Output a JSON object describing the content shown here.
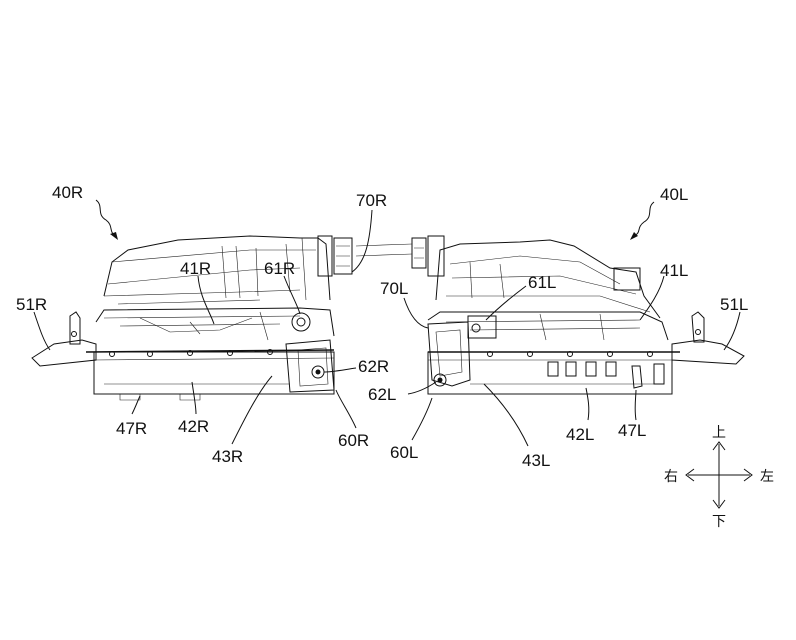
{
  "labels": {
    "l40R": "40R",
    "l40L": "40L",
    "l70R": "70R",
    "l70L": "70L",
    "l41R": "41R",
    "l41L": "41L",
    "l61R": "61R",
    "l61L": "61L",
    "l51R": "51R",
    "l51L": "51L",
    "l62R": "62R",
    "l62L": "62L",
    "l47R": "47R",
    "l47L": "47L",
    "l42R": "42R",
    "l42L": "42L",
    "l43R": "43R",
    "l43L": "43L",
    "l60R": "60R",
    "l60L": "60L"
  },
  "directions": {
    "up": "上",
    "down": "下",
    "right": "右",
    "left": "左"
  }
}
